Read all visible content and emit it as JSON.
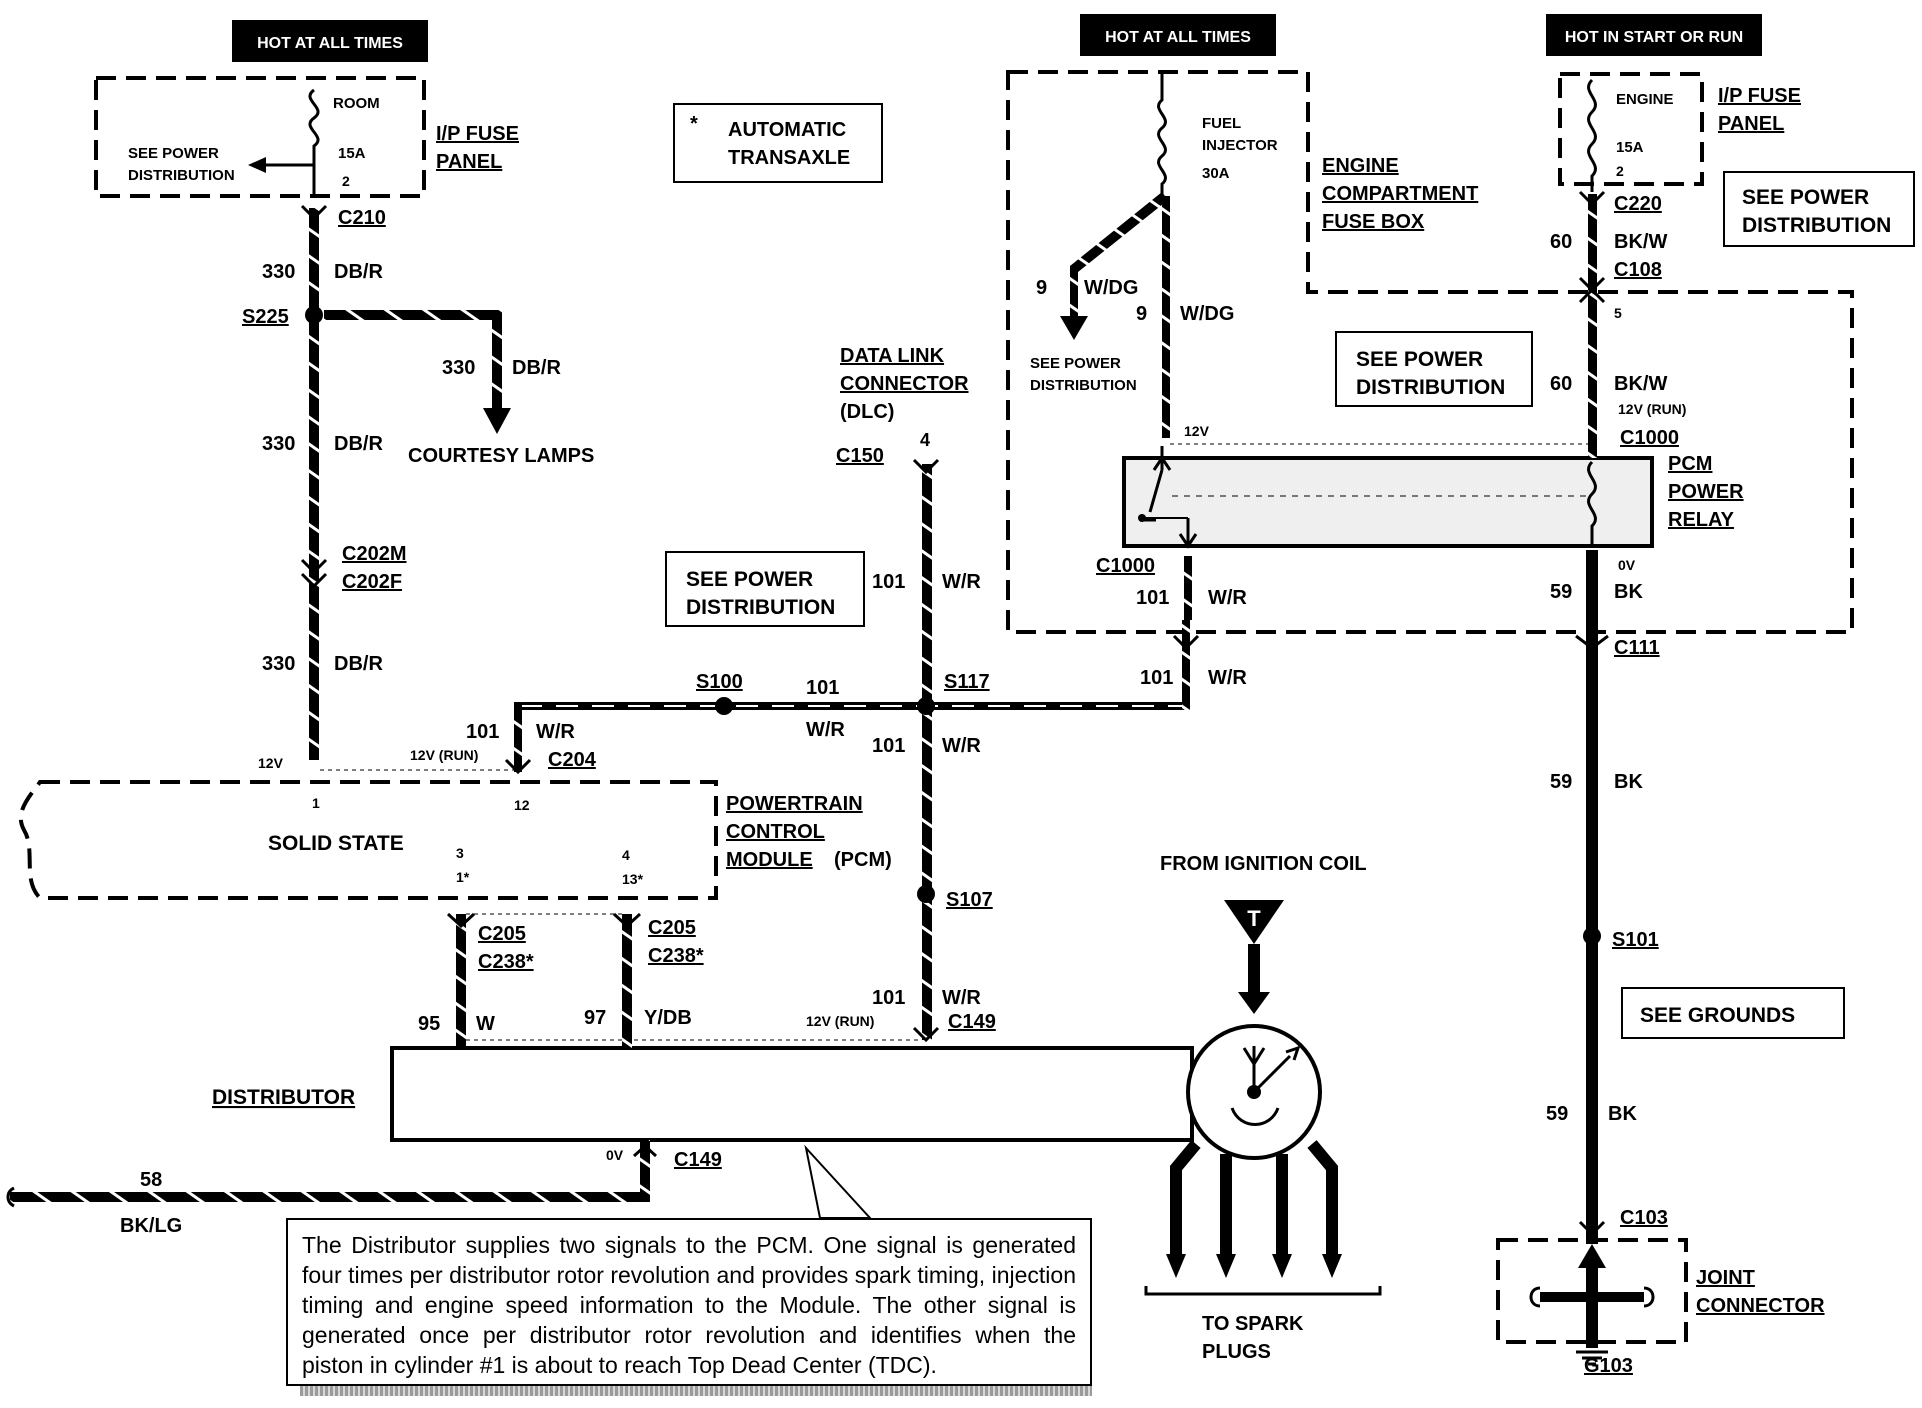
{
  "banners": {
    "hot_at_all_times_left": "HOT AT ALL TIMES",
    "hot_at_all_times_mid": "HOT AT ALL TIMES",
    "hot_in_start_or_run": "HOT IN START OR RUN"
  },
  "legend": {
    "asterisk": "*",
    "automatic_transaxle": [
      "AUTOMATIC",
      "TRANSAXLE"
    ]
  },
  "ip_fuse_panel_left": {
    "fuse_name": "ROOM",
    "fuse_rating": "15A",
    "pin": "2",
    "see_power_distribution": [
      "SEE POWER",
      "DISTRIBUTION"
    ],
    "label": [
      "I/P FUSE",
      "PANEL"
    ]
  },
  "ip_fuse_panel_right": {
    "fuse_name": "ENGINE",
    "fuse_rating": "15A",
    "pin": "2",
    "label": [
      "I/P FUSE",
      "PANEL"
    ]
  },
  "engine_fuse_box": {
    "fuse_name": [
      "FUEL",
      "INJECTOR"
    ],
    "fuse_rating": "30A",
    "label": [
      "ENGINE",
      "COMPARTMENT",
      "FUSE BOX"
    ]
  },
  "see_power_distribution_boxes": [
    [
      "SEE POWER",
      "DISTRIBUTION"
    ],
    [
      "SEE POWER",
      "DISTRIBUTION"
    ],
    [
      "SEE POWER",
      "DISTRIBUTION"
    ]
  ],
  "see_power_distribution_small": [
    "SEE POWER",
    "DISTRIBUTION"
  ],
  "see_grounds": "SEE GROUNDS",
  "connectors": {
    "c210": "C210",
    "s225": "S225",
    "c202m": "C202M",
    "c202f": "C202F",
    "c150": "C150",
    "s100": "S100",
    "s117": "S117",
    "c204": "C204",
    "c1000_top": "C1000",
    "c1000_left": "C1000",
    "c111": "C111",
    "c220": "C220",
    "c108": "C108",
    "s107": "S107",
    "c205_left": "C205",
    "c238_left": "C238*",
    "c205_right": "C205",
    "c238_right": "C238*",
    "c149_top": "C149",
    "c149_bottom": "C149",
    "s101": "S101",
    "c103": "C103",
    "g103": "G103"
  },
  "wires": {
    "w330_1": {
      "circuit": "330",
      "color": "DB/R"
    },
    "w330_2": {
      "circuit": "330",
      "color": "DB/R"
    },
    "w330_3": {
      "circuit": "330",
      "color": "DB/R"
    },
    "w330_4": {
      "circuit": "330",
      "color": "DB/R"
    },
    "w101_dlc": {
      "circuit": "101",
      "color": "W/R"
    },
    "w101_pcm": {
      "circuit": "101",
      "color": "W/R"
    },
    "w101_mid": {
      "circuit": "101",
      "color": "W/R"
    },
    "w101_s117": {
      "circuit": "101",
      "color": "W/R"
    },
    "w101_relay": {
      "circuit": "101",
      "color": "W/R"
    },
    "w101_right": {
      "circuit": "101",
      "color": "W/R"
    },
    "w101_dist": {
      "circuit": "101",
      "color": "W/R"
    },
    "w9_left": {
      "circuit": "9",
      "color": "W/DG"
    },
    "w9_right": {
      "circuit": "9",
      "color": "W/DG"
    },
    "w60_top": {
      "circuit": "60",
      "color": "BK/W"
    },
    "w60_mid": {
      "circuit": "60",
      "color": "BK/W"
    },
    "w59_1": {
      "circuit": "59",
      "color": "BK"
    },
    "w59_2": {
      "circuit": "59",
      "color": "BK"
    },
    "w59_3": {
      "circuit": "59",
      "color": "BK"
    },
    "w95": {
      "circuit": "95",
      "color": "W"
    },
    "w97": {
      "circuit": "97",
      "color": "Y/DB"
    },
    "w58": {
      "circuit": "58",
      "color": "BK/LG"
    }
  },
  "voltages": {
    "v12_pcm_left": "12V",
    "v12_run_c204": "12V (RUN)",
    "v12_fuelinj": "12V",
    "v12_run_relay": "12V (RUN)",
    "v0_relay": "0V",
    "v12_run_dist": "12V (RUN)",
    "v0_dist": "0V"
  },
  "pins": {
    "pcm_1": "1",
    "pcm_12": "12",
    "pcm_3": "3",
    "pcm_1star": "1*",
    "pcm_4": "4",
    "pcm_13star": "13*",
    "dlc_4": "4",
    "relay_5": "5"
  },
  "courtesy_lamps": "COURTESY LAMPS",
  "dlc_label": [
    "DATA LINK",
    "CONNECTOR",
    "(DLC)"
  ],
  "pcm": {
    "solid_state": "SOLID STATE",
    "label": [
      "POWERTRAIN",
      "CONTROL",
      "MODULE"
    ],
    "abbr": "(PCM)"
  },
  "pcm_power_relay": [
    "PCM",
    "POWER",
    "RELAY"
  ],
  "distributor": "DISTRIBUTOR",
  "from_ignition_coil": "FROM IGNITION COIL",
  "coil_symbol": "T",
  "to_spark_plugs": [
    "TO SPARK",
    "PLUGS"
  ],
  "joint_connector": [
    "JOINT",
    "CONNECTOR"
  ],
  "note": "The Distributor supplies two signals to the PCM. One signal is generated four times per distributor rotor revolution and provides spark timing, injection timing and engine speed information to the Module. The other signal is generated once per distributor rotor revolution and identifies when the piston in cylinder #1 is about to reach Top Dead Center (TDC)."
}
